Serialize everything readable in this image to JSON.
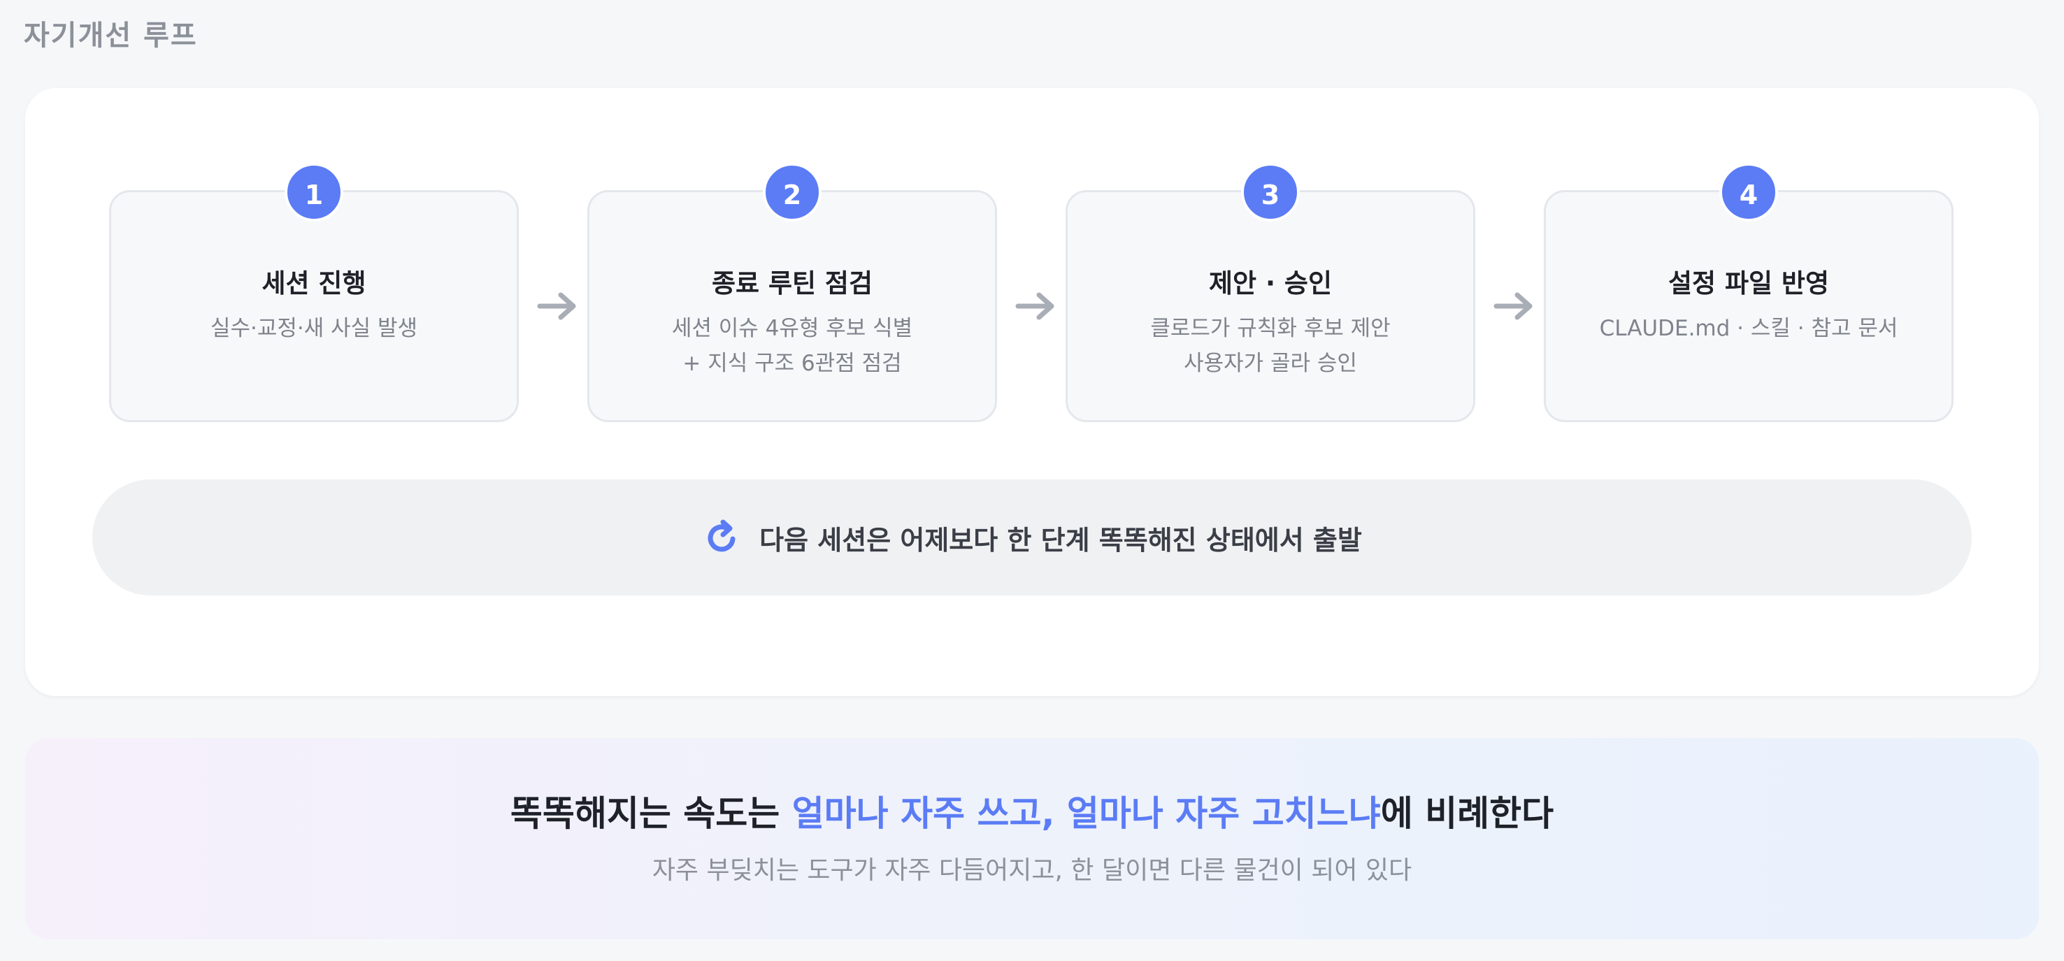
{
  "page": {
    "title": "자기개선 루프"
  },
  "steps": [
    {
      "number": "1",
      "title": "세션 진행",
      "desc_line1": "실수·교정·새 사실 발생",
      "desc_line2": ""
    },
    {
      "number": "2",
      "title": "종료 루틴 점검",
      "desc_line1": "세션 이슈 4유형 후보 식별",
      "desc_line2": "+ 지식 구조 6관점 점검"
    },
    {
      "number": "3",
      "title": "제안 · 승인",
      "desc_line1": "클로드가 규칙화 후보 제안",
      "desc_line2": "사용자가 골라 승인"
    },
    {
      "number": "4",
      "title": "설정 파일 반영",
      "desc_line1": "CLAUDE.md · 스킬 · 참고 문서",
      "desc_line2": ""
    }
  ],
  "loop": {
    "text": "다음 세션은 어제보다 한 단계 똑똑해진 상태에서 출발",
    "icon": "refresh-icon"
  },
  "footer": {
    "headline_prefix": "똑똑해지는 속도는 ",
    "headline_highlight": "얼마나 자주 쓰고, 얼마나 자주 고치느냐",
    "headline_suffix": "에 비례한다",
    "subtext": "자주 부딪치는 도구가 자주 다듬어지고, 한 달이면 다른 물건이 되어 있다"
  },
  "colors": {
    "accent": "#5b7cf5",
    "arrow": "#a8adb6",
    "background": "#f6f7f9"
  }
}
